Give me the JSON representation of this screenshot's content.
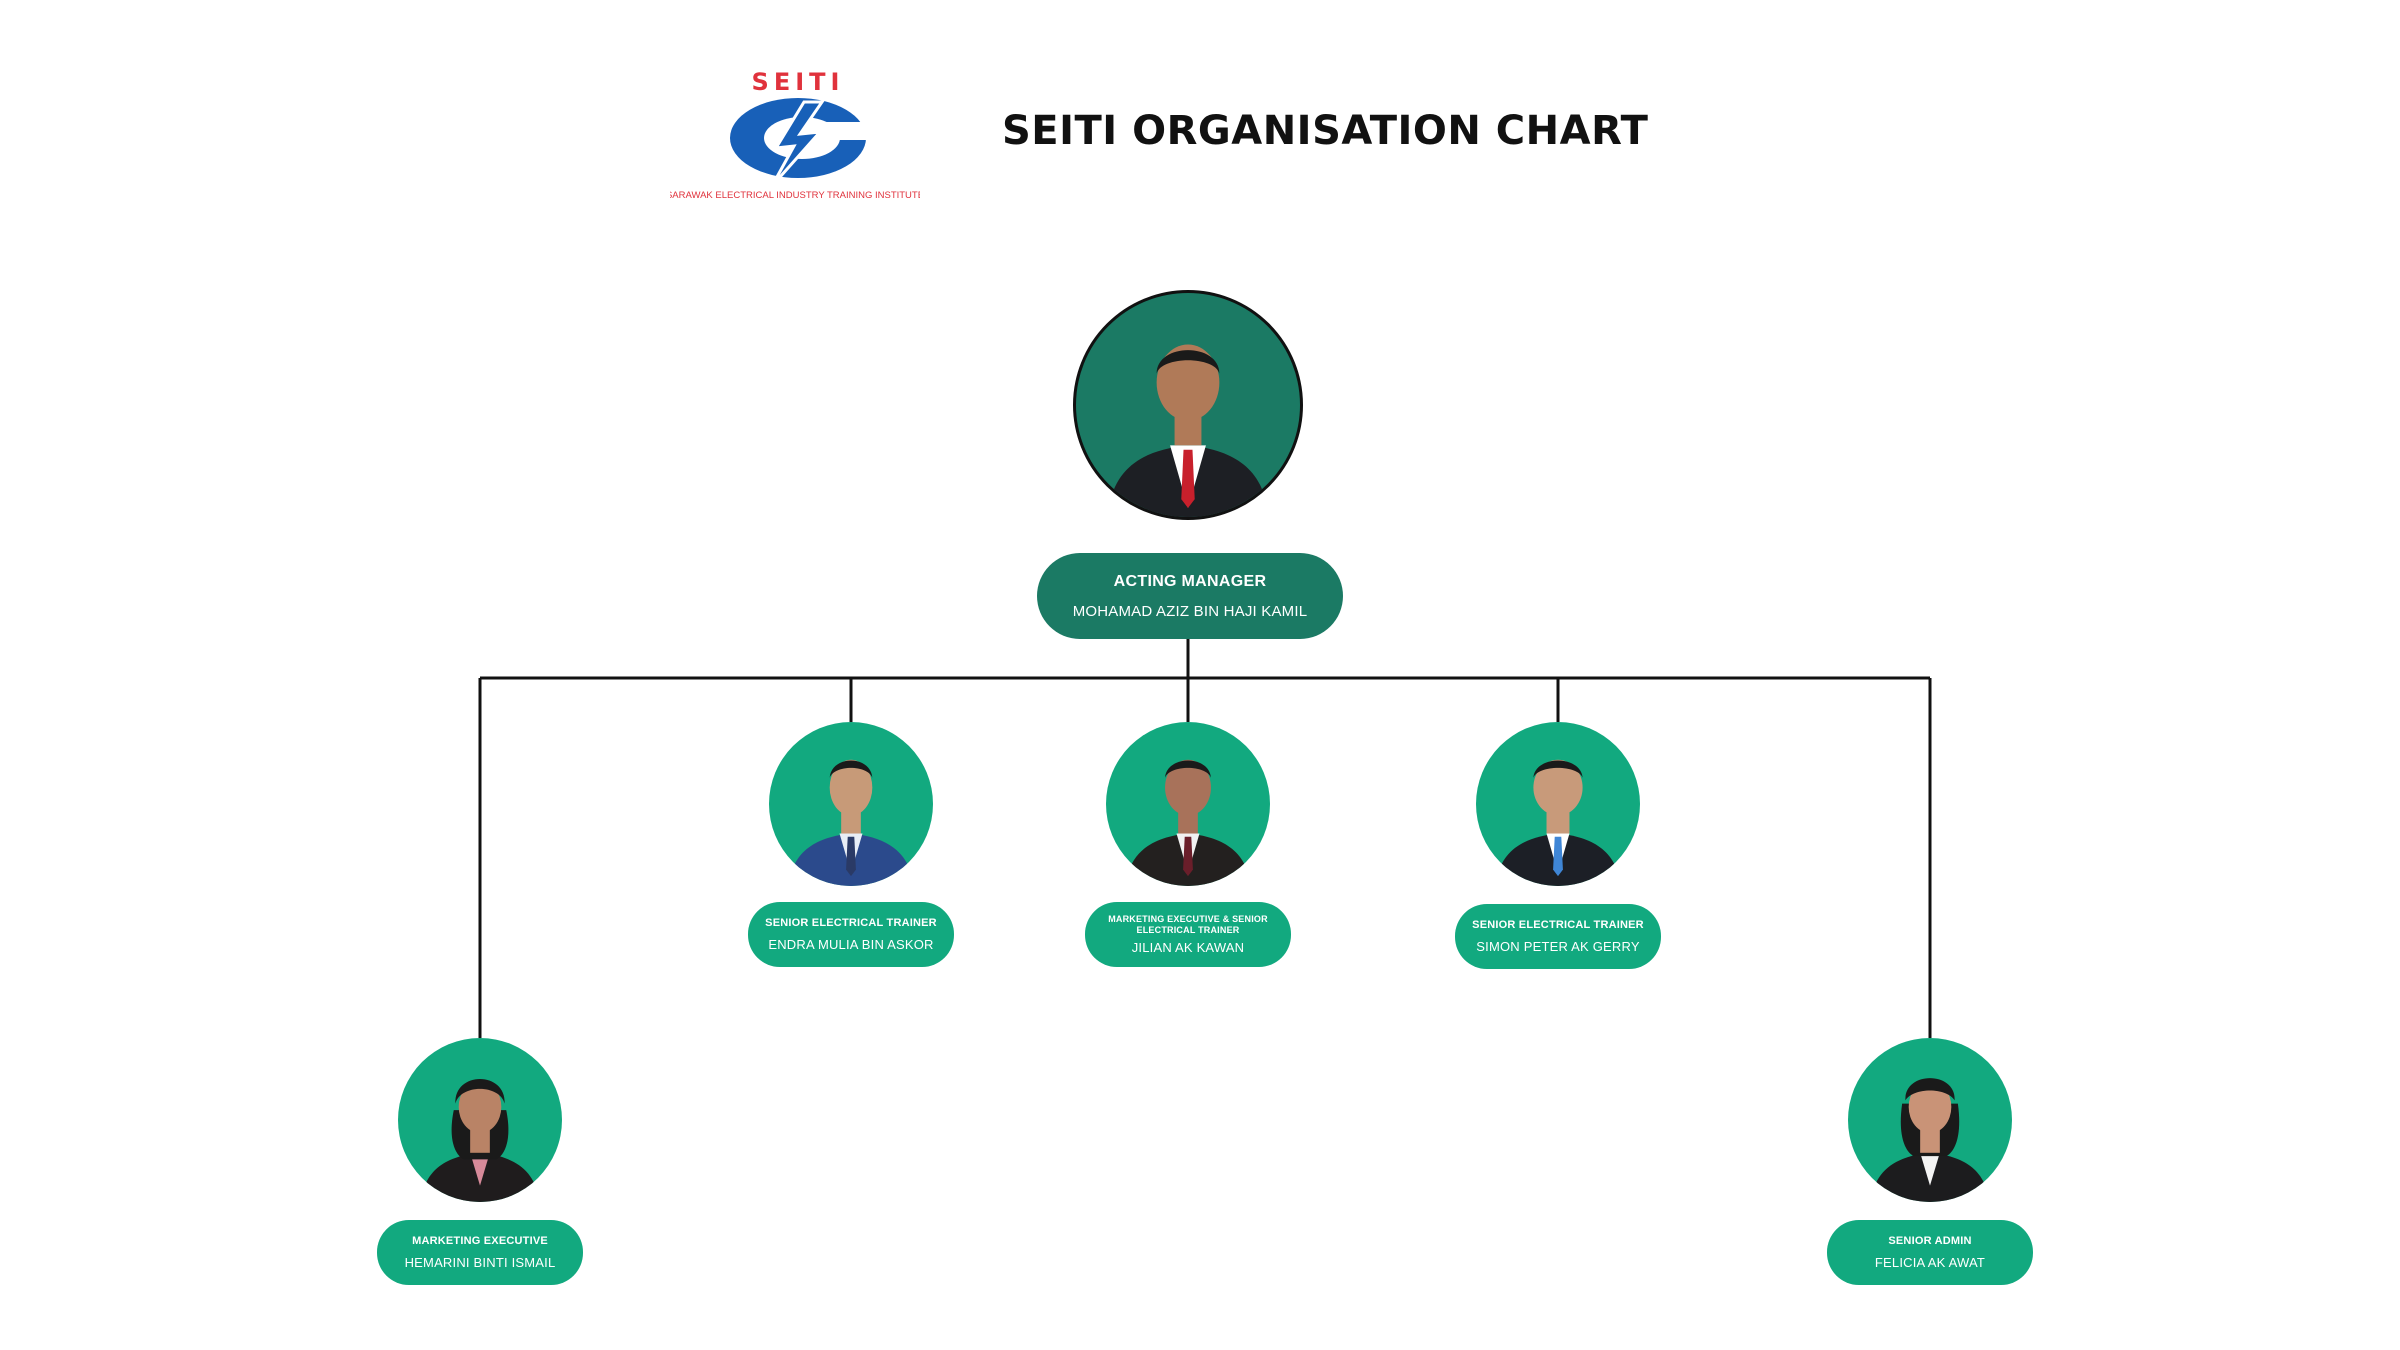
{
  "header": {
    "logo_text": "SEITI",
    "logo_subtitle": "SARAWAK ELECTRICAL INDUSTRY TRAINING INSTITUTE",
    "title": "SEITI ORGANISATION CHART"
  },
  "colors": {
    "lead_fill": "#1b7a64",
    "staff_fill": "#12a97f",
    "connector": "#111111",
    "logo_red": "#e0323c",
    "logo_blue": "#1860b8"
  },
  "manager": {
    "role": "ACTING MANAGER",
    "name": "MOHAMAD AZIZ BIN HAJI KAMIL"
  },
  "staff": [
    {
      "role": "SENIOR ELECTRICAL TRAINER",
      "name": "ENDRA MULIA BIN ASKOR"
    },
    {
      "role": "MARKETING EXECUTIVE & SENIOR ELECTRICAL TRAINER",
      "name": "JILIAN AK KAWAN"
    },
    {
      "role": "SENIOR ELECTRICAL TRAINER",
      "name": "SIMON PETER AK GERRY"
    },
    {
      "role": "MARKETING EXECUTIVE",
      "name": "HEMARINI BINTI ISMAIL"
    },
    {
      "role": "SENIOR ADMIN",
      "name": "FELICIA AK AWAT"
    }
  ]
}
